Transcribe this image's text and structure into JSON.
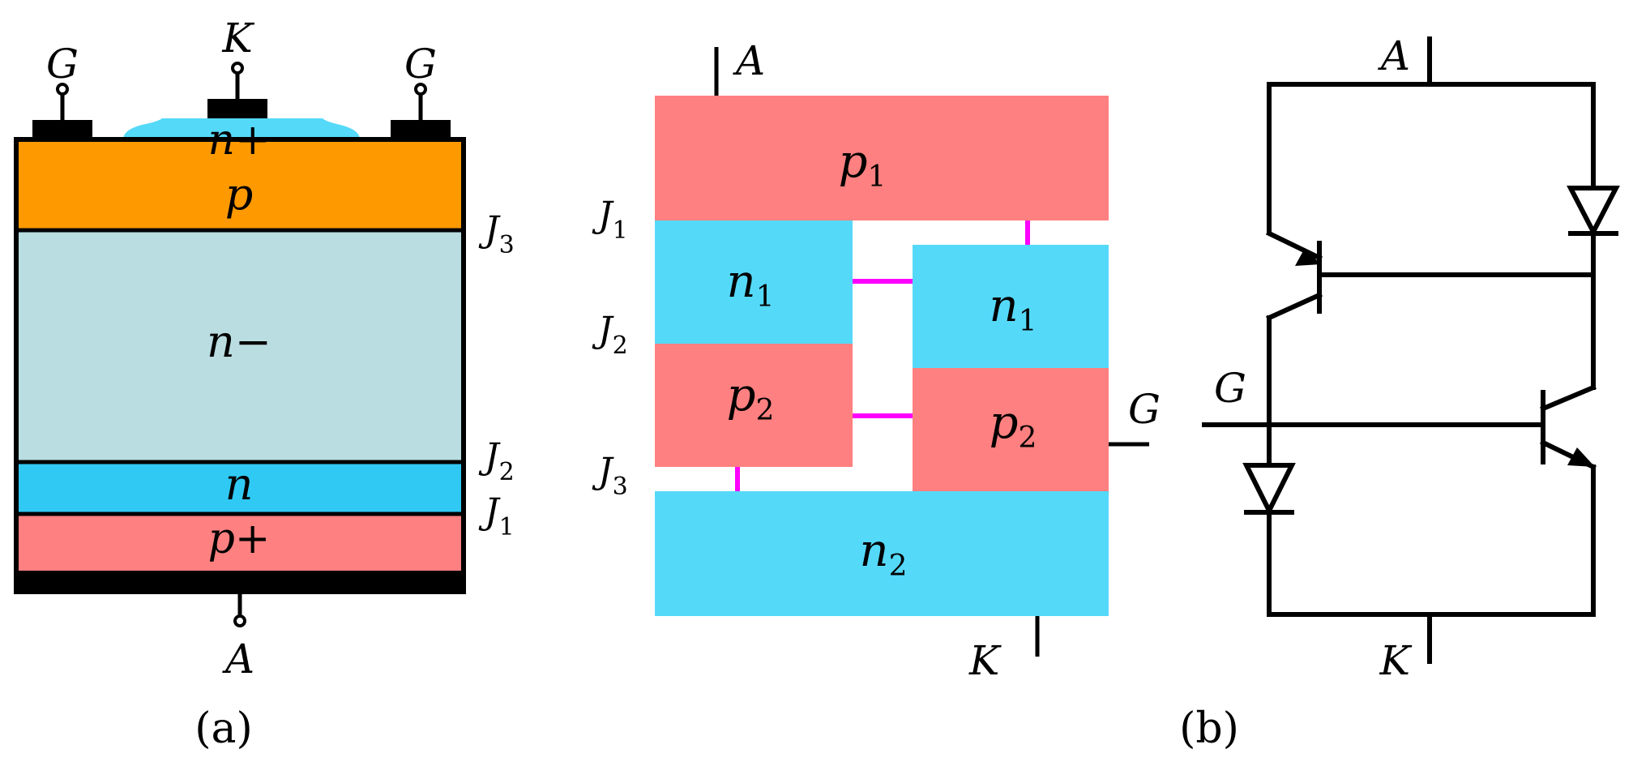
{
  "colors": {
    "p_plus": "#ff8080",
    "n_minus": "#b9dde1",
    "n": "#30c9f4",
    "n_plus": "#55d9f9",
    "p": "#ff9900",
    "p_region": "#ff8080",
    "n_region": "#55d9f9",
    "contact": "#000000",
    "junction_link": "#ff00ff"
  },
  "panel_a": {
    "caption": "(a)",
    "terminals": {
      "gate_left": "G",
      "cathode": "K",
      "gate_right": "G",
      "anode": "A"
    },
    "layers": {
      "n_plus": "n+",
      "p": "p",
      "n_minus": "n−",
      "n": "n",
      "p_plus": "p+"
    },
    "junctions": {
      "j3": "J",
      "j3_sub": "3",
      "j2": "J",
      "j2_sub": "2",
      "j1": "J",
      "j1_sub": "1"
    }
  },
  "panel_b": {
    "caption": "(b)",
    "terminals": {
      "anode": "A",
      "gate": "G",
      "cathode": "K"
    },
    "regions": {
      "p1": "p",
      "p1_sub": "1",
      "n1_left": "n",
      "n1_left_sub": "1",
      "n1_right": "n",
      "n1_right_sub": "1",
      "p2_left": "p",
      "p2_left_sub": "2",
      "p2_right": "p",
      "p2_right_sub": "2",
      "n2": "n",
      "n2_sub": "2"
    },
    "junctions": {
      "j1": "J",
      "j1_sub": "1",
      "j2": "J",
      "j2_sub": "2",
      "j3": "J",
      "j3_sub": "3"
    }
  },
  "panel_c": {
    "terminals": {
      "anode": "A",
      "gate": "G",
      "cathode": "K"
    }
  }
}
